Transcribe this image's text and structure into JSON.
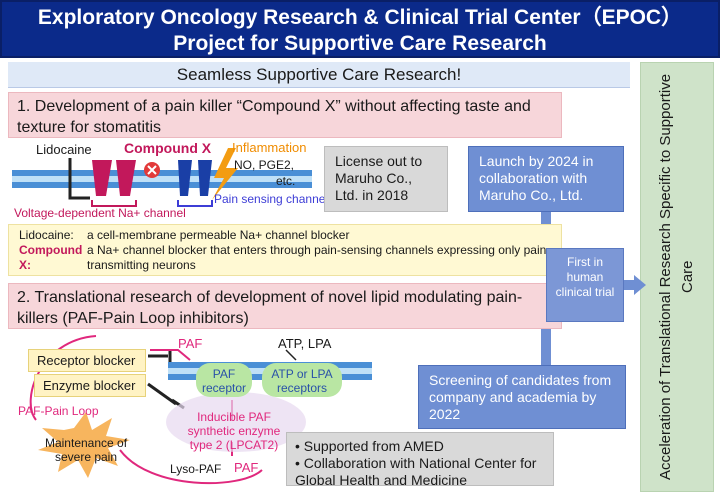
{
  "header": {
    "line1": "Exploratory Oncology Research & Clinical Trial Center（EPOC）",
    "line2": "Project for Supportive Care Research"
  },
  "banner": "Seamless Supportive Care Research!",
  "section1": {
    "title": "1.  Development of a pain killer “Compound X” without affecting taste and texture for stomatitis",
    "lidocaine": "Lidocaine",
    "compound_x": "Compound X",
    "inflammation": "Inflammation",
    "mediators": "NO, PGE2,",
    "etc": "etc.",
    "pain_channels": "Pain sensing channels",
    "na_channel": "Voltage-dependent Na+ channel",
    "license": "License out to Maruho Co., Ltd. in 2018",
    "def": [
      {
        "term": "Lidocaine:",
        "desc": "a cell-membrane permeable Na+ channel blocker"
      },
      {
        "term": "Compound X:",
        "desc": "a Na+ channel blocker that enters through pain-sensing channels expressing only pain-transmitting neurons"
      }
    ]
  },
  "section2": {
    "title": "2.  Translational research of development of novel lipid modulating pain-killers (PAF-Pain Loop inhibitors)",
    "receptor_blocker": "Receptor blocker",
    "enzyme_blocker": "Enzyme blocker",
    "paf_top": "PAF",
    "atp_lpa": "ATP, LPA",
    "paf_receptor": "PAF receptor",
    "lpa_receptor": "ATP or LPA receptors",
    "enzyme": "Inducible PAF synthetic enzyme type 2 (LPCAT2)",
    "loop": "PAF-Pain Loop",
    "maintenance": "Maintenance of severe pain",
    "lyso": "Lyso-PAF",
    "paf_bottom": "PAF",
    "support": [
      "• Supported from AMED",
      "• Collaboration with National Center for Global Health and Medicine"
    ]
  },
  "right": {
    "launch": "Launch by 2024 in collaboration with Maruho Co., Ltd.",
    "first_trial": "First in human clinical trial",
    "screening": "Screening of candidates from company and academia by 2022",
    "side_text": "Acceleration of Translational Research Specific to Supportive Care"
  },
  "colors": {
    "header_bg": "#0b2a8a",
    "pink": "#f7d6da",
    "blue_box": "#6f8fd3",
    "magenta": "#e0287d",
    "green_side": "#cfe3c9"
  }
}
